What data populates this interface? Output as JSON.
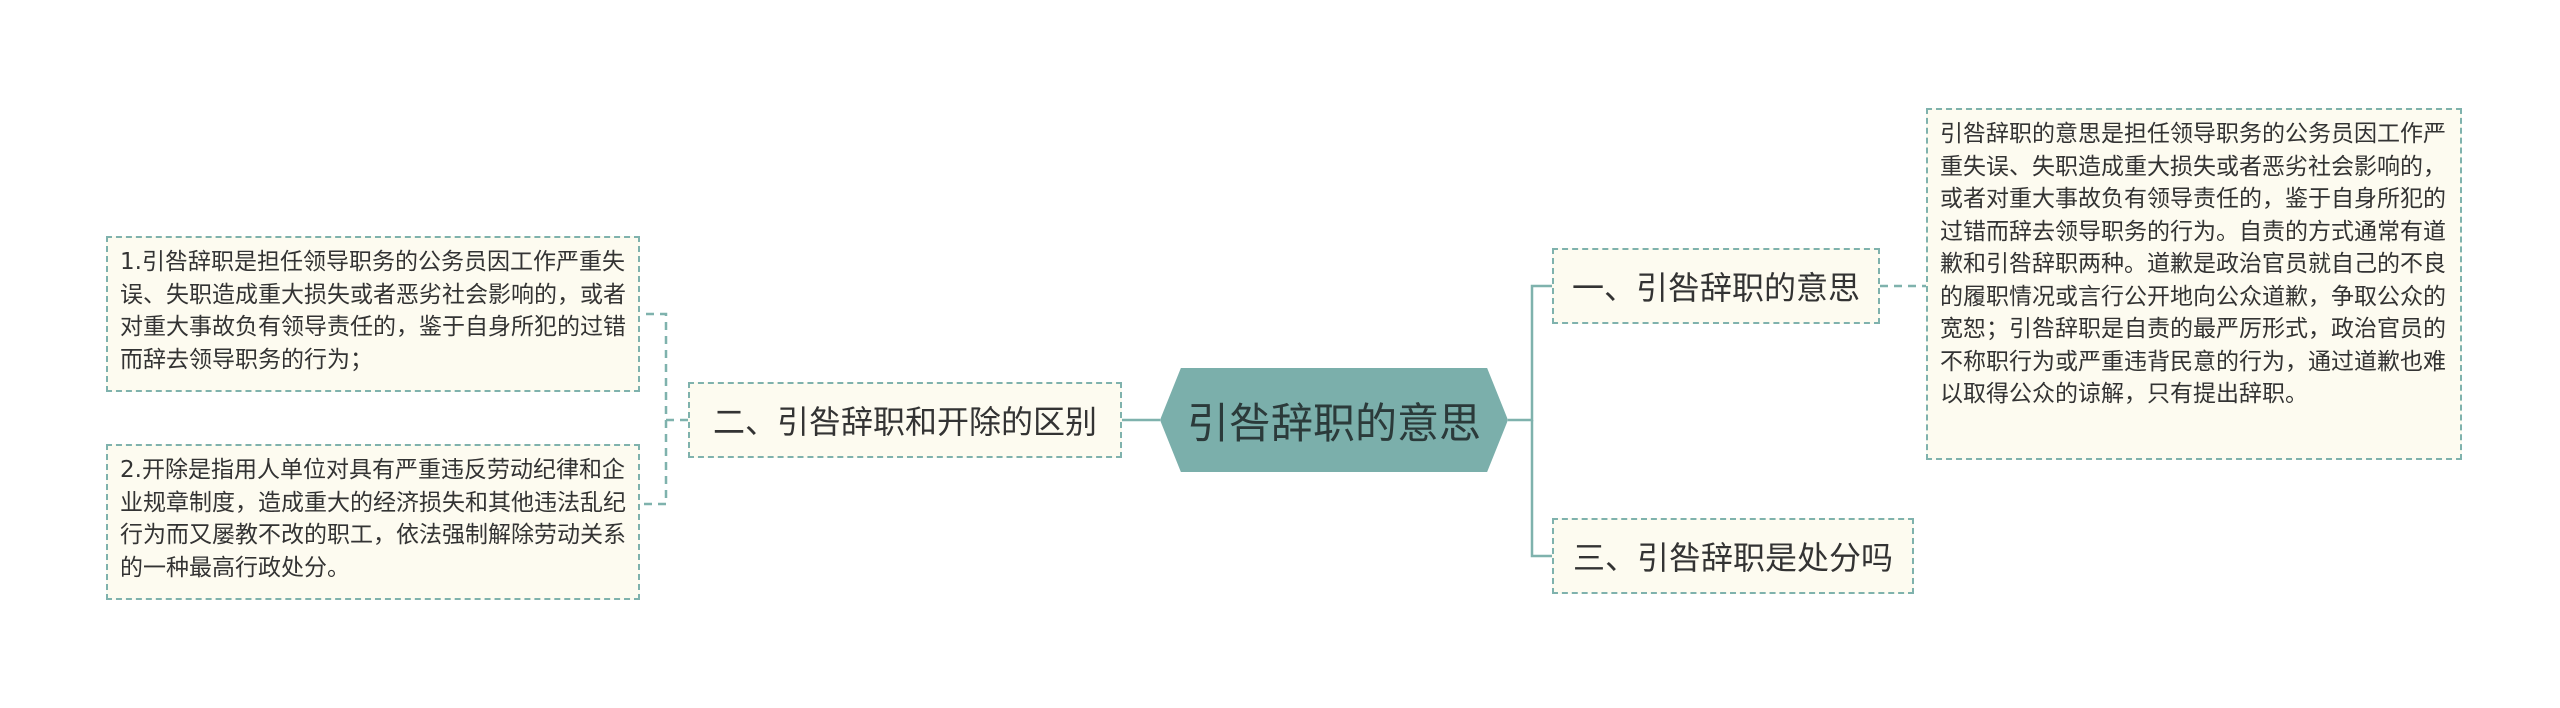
{
  "colors": {
    "root_fill": "#7bafab",
    "node_fill": "#fdfbf0",
    "border": "#7fb2ad",
    "text": "#333333"
  },
  "root": {
    "label": "引咎辞职的意思"
  },
  "branches": [
    {
      "label": "一、引咎辞职的意思",
      "children": [
        "引咎辞职的意思是担任领导职务的公务员因工作严重失误、失职造成重大损失或者恶劣社会影响的，或者对重大事故负有领导责任的，鉴于自身所犯的过错而辞去领导职务的行为。自责的方式通常有道歉和引咎辞职两种。道歉是政治官员就自己的不良的履职情况或言行公开地向公众道歉，争取公众的宽恕；引咎辞职是自责的最严厉形式，政治官员的不称职行为或严重违背民意的行为，通过道歉也难以取得公众的谅解，只有提出辞职。"
      ]
    },
    {
      "label": "二、引咎辞职和开除的区别",
      "children": [
        "1.引咎辞职是担任领导职务的公务员因工作严重失误、失职造成重大损失或者恶劣社会影响的，或者对重大事故负有领导责任的，鉴于自身所犯的过错而辞去领导职务的行为；",
        "2.开除是指用人单位对具有严重违反劳动纪律和企业规章制度，造成重大的经济损失和其他违法乱纪行为而又屡教不改的职工，依法强制解除劳动关系的一种最高行政处分。"
      ]
    },
    {
      "label": "三、引咎辞职是处分吗",
      "children": []
    }
  ]
}
